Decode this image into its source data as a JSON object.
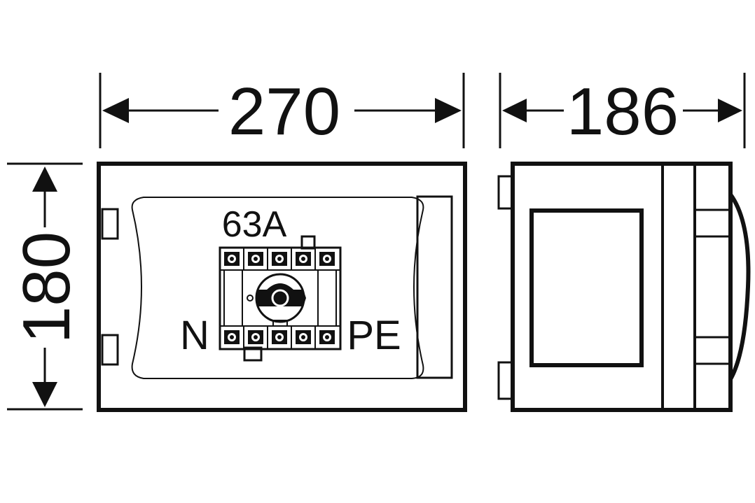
{
  "dimensions": {
    "width": "270",
    "depth": "186",
    "height": "180"
  },
  "labels": {
    "rating": "63A",
    "neutral": "N",
    "earth": "PE"
  },
  "colors": {
    "line": "#111111",
    "background": "#ffffff"
  }
}
